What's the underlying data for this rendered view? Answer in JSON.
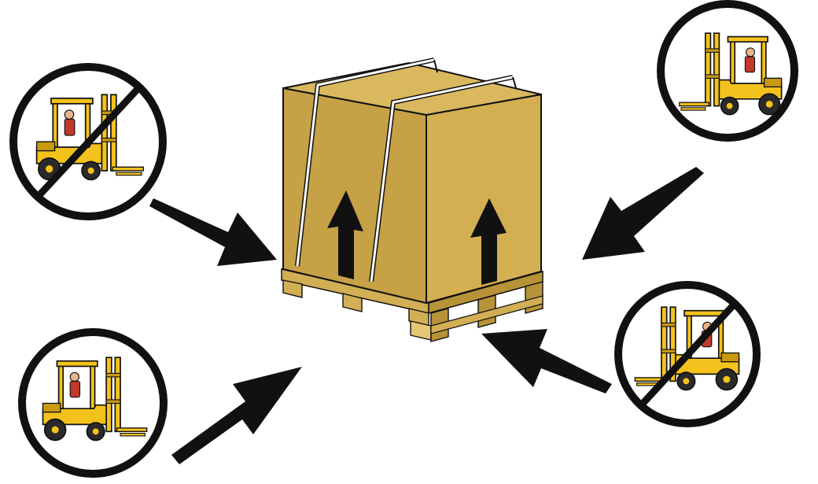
{
  "colors": {
    "box_front": "#C7A146",
    "box_side": "#D4AF52",
    "box_top": "#D9B85E",
    "pallet_light": "#E6C674",
    "pallet_mid": "#D2AE55",
    "pallet_dark": "#B79238",
    "strap": "#FFFFFF",
    "outline": "#111111",
    "arrow": "#111111",
    "forklift_body": "#F4C21C",
    "forklift_dark": "#C99A10",
    "operator_shirt": "#C0392B",
    "operator_skin": "#E8B48C",
    "tire": "#2A2A2A",
    "circle_stroke": "#111111",
    "background": "#FFFFFF"
  },
  "approaches": [
    {
      "position": "top-left",
      "forklift_facing": "right",
      "allowed": false
    },
    {
      "position": "top-right",
      "forklift_facing": "left",
      "allowed": true
    },
    {
      "position": "bottom-left",
      "forklift_facing": "right",
      "allowed": true
    },
    {
      "position": "bottom-right",
      "forklift_facing": "left",
      "allowed": false
    }
  ],
  "box_markings": [
    {
      "icon": "up-arrow-icon",
      "meaning": "this-side-up"
    },
    {
      "icon": "up-arrow-icon",
      "meaning": "this-side-up"
    }
  ]
}
